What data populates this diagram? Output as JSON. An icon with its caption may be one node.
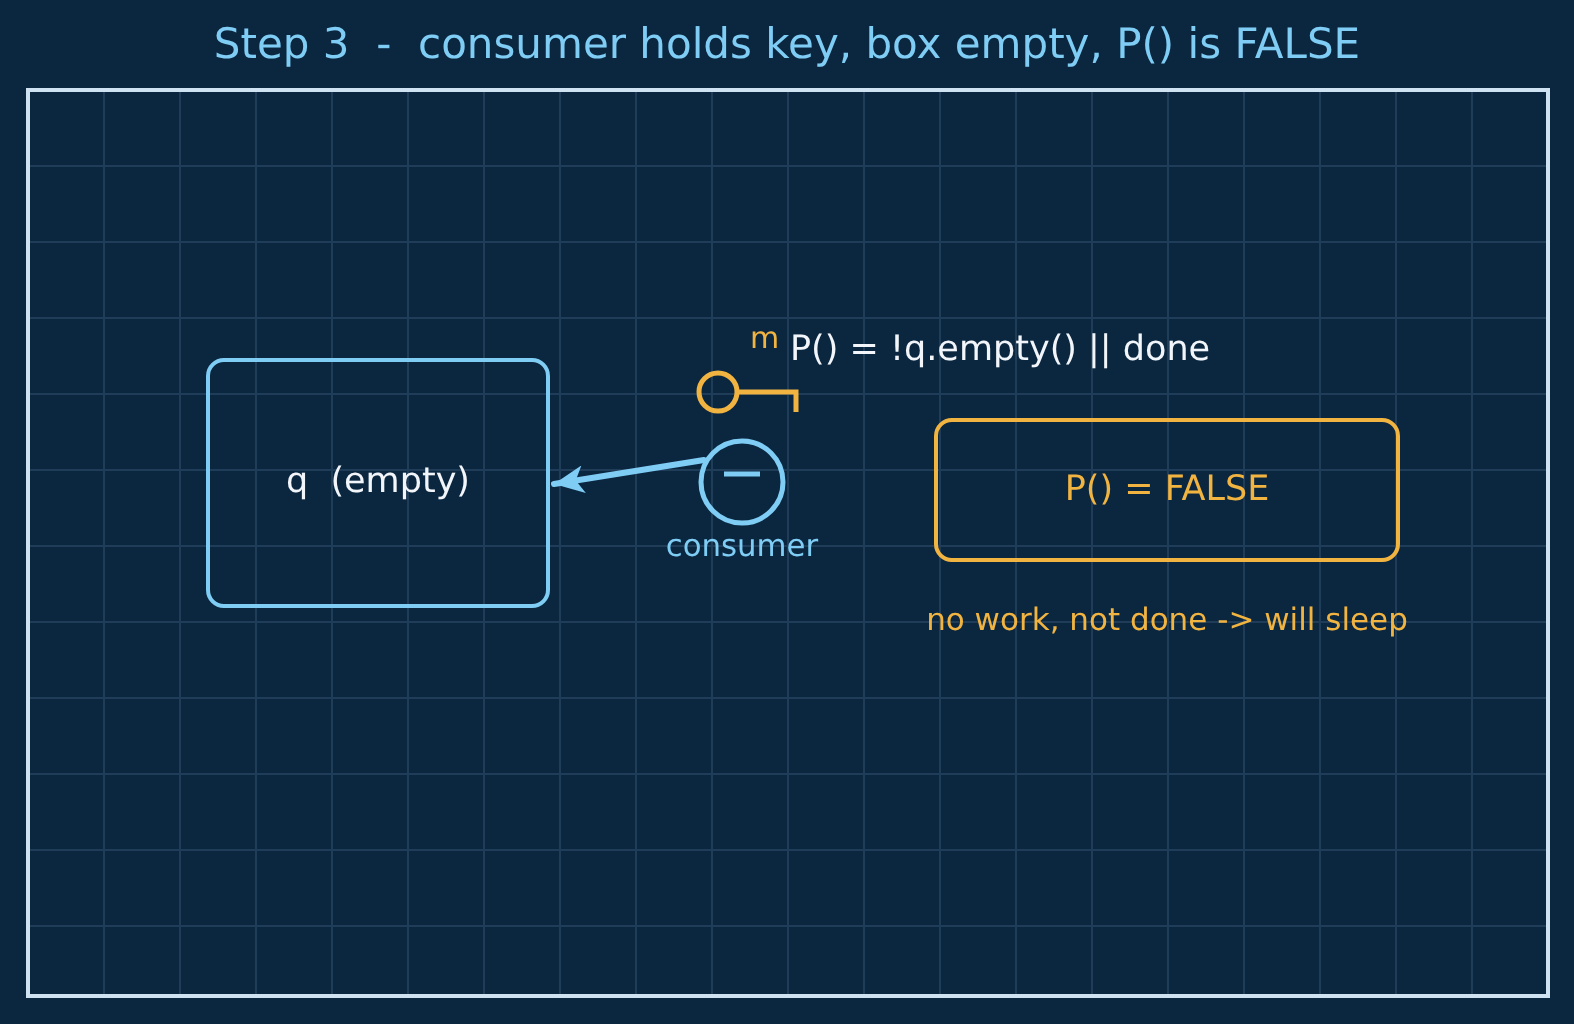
{
  "diagram": {
    "title": "Step 3  -  consumer holds key, box empty, P() is FALSE",
    "nodes": [
      {
        "text": [
          "q  (empty)"
        ]
      },
      {
        "text": [
          "consumer"
        ]
      },
      {
        "text": [
          "P() = FALSE"
        ],
        "beside": [
          "no work, not done -> will sleep"
        ]
      }
    ],
    "edges": [
      {
        "from": 1,
        "to": 0,
        "arrow": "to"
      }
    ],
    "labels": [
      "m",
      "P() = !q.empty() || done"
    ]
  }
}
